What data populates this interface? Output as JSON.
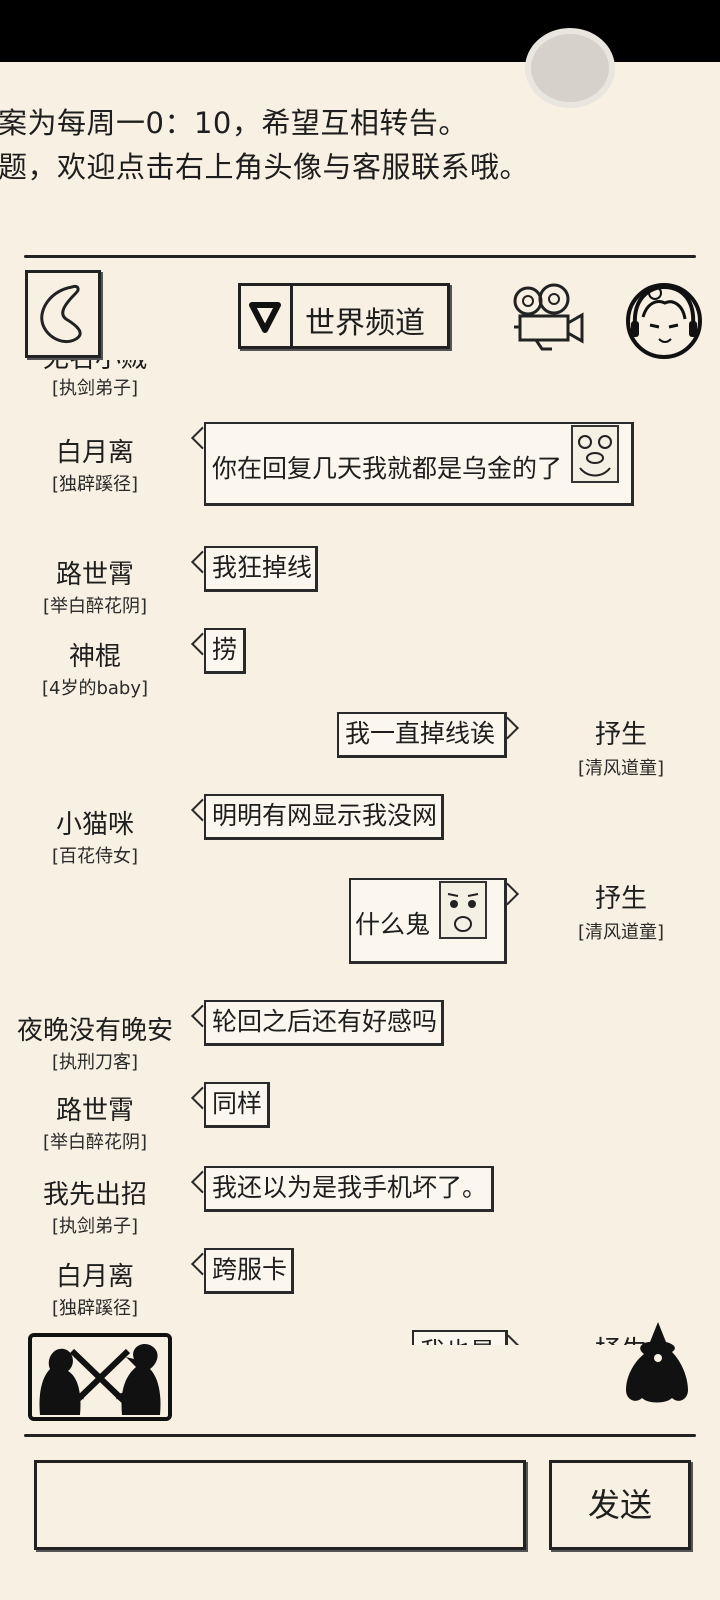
{
  "notice": {
    "line1": "案为每周一0：10，希望互相转告。",
    "line2": "题，欢迎点击右上角头像与客服联系哦。"
  },
  "header": {
    "channel_title": "世界频道"
  },
  "chat": {
    "partial_top": {
      "name": "无名小贼",
      "title": "[执剑弟子]"
    },
    "messages": [
      {
        "name": "白月离",
        "title": "[独辟蹊径]",
        "text": "你在回复几天我就都是乌金的了",
        "side": "left",
        "sticker": "pig-face-sticker"
      },
      {
        "name": "路世霄",
        "title": "[举白醉花阴]",
        "text": "我狂掉线",
        "side": "left"
      },
      {
        "name": "神棍",
        "title": "[4岁的baby]",
        "text": "捞",
        "side": "left"
      },
      {
        "name": "抒生",
        "title": "[清风道童]",
        "text": "我一直掉线诶",
        "side": "right"
      },
      {
        "name": "小猫咪",
        "title": "[百花侍女]",
        "text": "明明有网显示我没网",
        "side": "left"
      },
      {
        "name": "抒生",
        "title": "[清风道童]",
        "text": "什么鬼",
        "side": "right",
        "sticker": "surprised-face-sticker"
      },
      {
        "name": "夜晚没有晚安",
        "title": "[执刑刀客]",
        "text": "轮回之后还有好感吗",
        "side": "left"
      },
      {
        "name": "路世霄",
        "title": "[举白醉花阴]",
        "text": "同样",
        "side": "left"
      },
      {
        "name": "我先出招",
        "title": "[执剑弟子]",
        "text": "我还以为是我手机坏了。",
        "side": "left"
      },
      {
        "name": "白月离",
        "title": "[独辟蹊径]",
        "text": "跨服卡",
        "side": "left"
      },
      {
        "name": "抒生",
        "title": "",
        "text": "我也是",
        "side": "right"
      }
    ]
  },
  "footer": {
    "send_label": "发送",
    "input_value": ""
  },
  "icons": {
    "back": "back-arrow-icon",
    "channel_dropdown": "triangle-down-icon",
    "video": "video-camera-icon",
    "service": "customer-service-avatar-icon",
    "pvp": "crossed-swords-icon",
    "wizard": "wizard-silhouette-icon"
  }
}
